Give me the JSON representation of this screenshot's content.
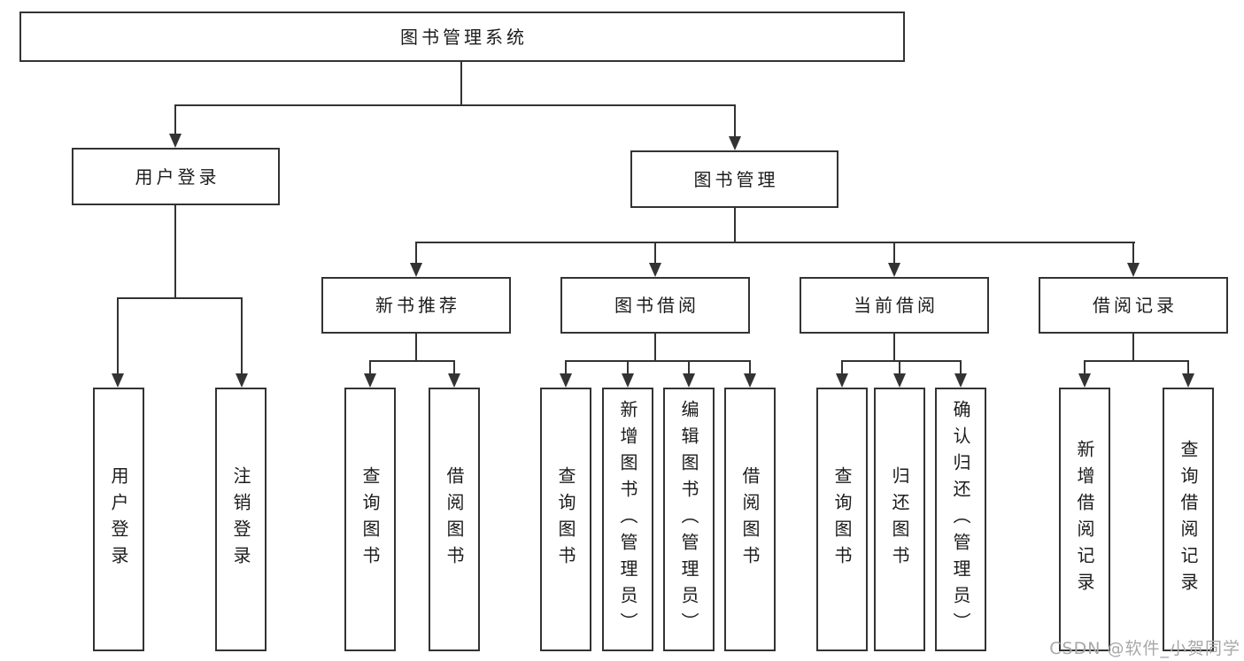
{
  "diagram": {
    "root": "图书管理系统",
    "watermark": "CSDN @软件_小贺同学",
    "colors": {
      "line": "#333333",
      "border": "#333333",
      "text": "#1c1c1c",
      "background": "#ffffff",
      "watermark": "#a8a8a8"
    },
    "level2": {
      "user_login": "用户登录",
      "book_management": "图书管理"
    },
    "level3": {
      "new_book_recommend": "新书推荐",
      "book_borrow": "图书借阅",
      "current_borrow": "当前借阅",
      "borrow_records": "借阅记录"
    },
    "leaves": {
      "user_login": "用户登录",
      "logout": "注销登录",
      "recommend_query_books": "查询图书",
      "recommend_borrow_books": "借阅图书",
      "borrow_query_books": "查询图书",
      "add_books_admin": "新增图书（管理员）",
      "edit_books_admin": "编辑图书（管理员）",
      "borrow_books": "借阅图书",
      "current_query_books": "查询图书",
      "return_books": "归还图书",
      "confirm_return_admin": "确认归还（管理员）",
      "add_borrow_record": "新增借阅记录",
      "query_borrow_record": "查询借阅记录"
    }
  }
}
